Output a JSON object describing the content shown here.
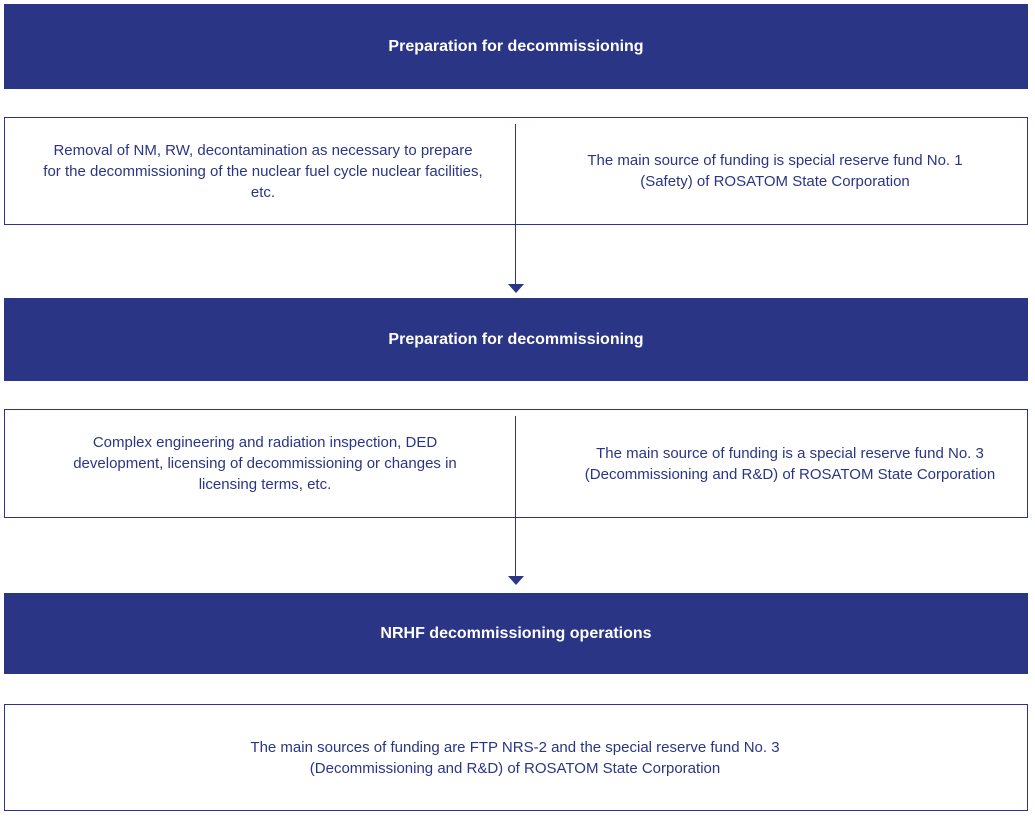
{
  "stage1": {
    "title": "Preparation for decommissioning",
    "left": "Removal of NM, RW, decontamination as necessary to prepare for the decommissioning of the nuclear fuel cycle nuclear facilities, etc.",
    "right": "The main source of funding is special reserve fund No. 1 (Safety) of ROSATOM State Corporation"
  },
  "stage2": {
    "title": "Preparation for decommissioning",
    "left": "Complex engineering and radiation inspection, DED development, licensing of decommissioning or changes in licensing terms, etc.",
    "right": "The main source of funding is a special reserve fund No. 3 (Decommissioning and R&D) of ROSATOM State Corporation"
  },
  "stage3": {
    "title": "NRHF decommissioning operations",
    "text": "The main sources of funding are FTP NRS-2 and the special reserve fund No. 3 (Decommissioning and R&D) of ROSATOM State Corporation"
  },
  "colors": {
    "primary": "#2b3585",
    "background": "#ffffff"
  }
}
